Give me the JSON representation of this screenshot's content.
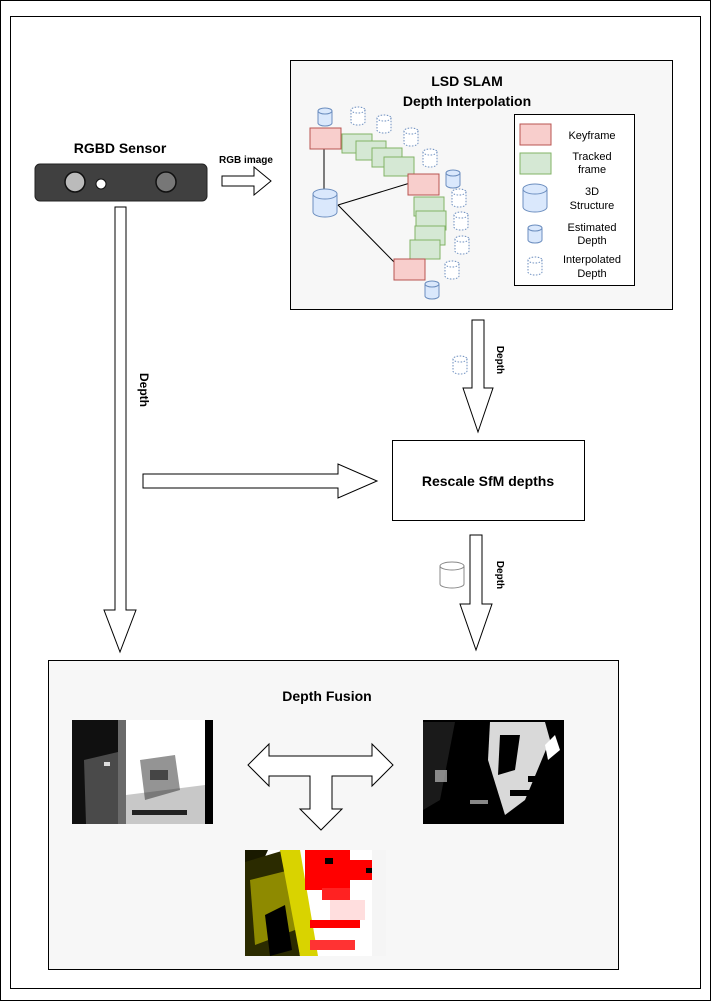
{
  "sensor": {
    "title": "RGBD Sensor"
  },
  "arrows": {
    "rgb_image": "RGB image",
    "depth_left": "Depth",
    "depth_slam": "Depth",
    "depth_rescale": "Depth"
  },
  "slam": {
    "title_line1": "LSD SLAM",
    "title_line2": "Depth Interpolation"
  },
  "legend": {
    "keyframe": "Keyframe",
    "tracked_line1": "Tracked",
    "tracked_line2": "frame",
    "structure_line1": "3D",
    "structure_line2": "Structure",
    "estimated_line1": "Estimated",
    "estimated_line2": "Depth",
    "interpolated_line1": "Interpolated",
    "interpolated_line2": "Depth"
  },
  "rescale": {
    "label": "Rescale SfM depths"
  },
  "fusion": {
    "title": "Depth Fusion"
  },
  "colors": {
    "keyframe_fill": "#f8cecc",
    "keyframe_stroke": "#b85450",
    "tracked_fill": "#d5e8d4",
    "tracked_stroke": "#82b366",
    "cyl_fill": "#dae8fc",
    "cyl_stroke": "#6c8ebf",
    "panel_fill": "#f7f7f7",
    "sensor_fill": "#404040"
  }
}
